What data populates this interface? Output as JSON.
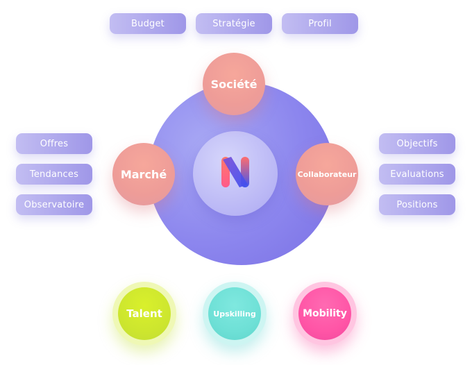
{
  "top_pills": [
    "Budget",
    "Stratégie",
    "Profil"
  ],
  "left_pills": [
    "Offres",
    "Tendances",
    "Observatoire"
  ],
  "right_pills": [
    "Objectifs",
    "Evaluations",
    "Positions"
  ],
  "hub": {
    "top": "Société",
    "left": "Marché",
    "right": "Collaborateur",
    "logo_icon": "n-logo-icon"
  },
  "bottom_circles": [
    "Talent",
    "Upskilling",
    "Mobility"
  ],
  "colors": {
    "pill": "#a79fe9",
    "hub_circle": "#8c86ee",
    "node_coral": "#ee9c98",
    "talent": "#d2ea2c",
    "upskilling": "#6fe3d9",
    "mobility": "#ff5aa8"
  }
}
